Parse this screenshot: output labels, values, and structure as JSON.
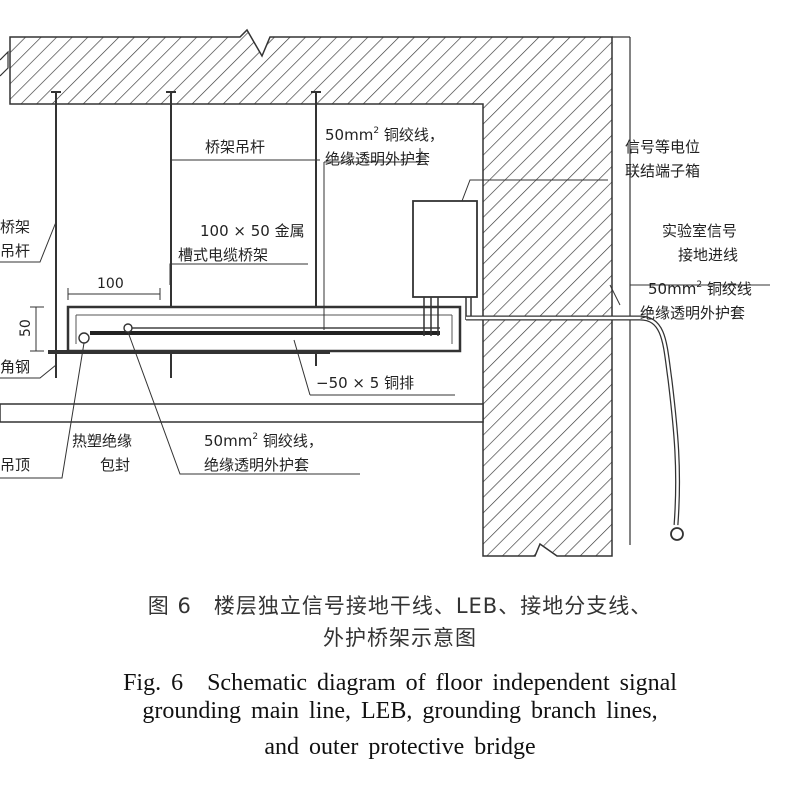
{
  "diagram": {
    "labels": {
      "hanger_rod": "桥架吊杆",
      "hanger_rod_left_1": "桥架",
      "hanger_rod_left_2": "吊杆",
      "copper_top_1a": "50mm",
      "copper_top_1b": "2",
      "copper_top_1c": " 铜绞线，",
      "copper_top_2": "绝缘透明外护套",
      "terminal_box_1": "信号等电位",
      "terminal_box_2": "联结端子箱",
      "tray_1": "100 × 50 金属",
      "tray_2": "槽式电缆桥架",
      "lab_ground_1": "实验室信号",
      "lab_ground_2": "接地进线",
      "copper_right_1a": "50mm",
      "copper_right_1b": "2",
      "copper_right_1c": " 铜绞线",
      "copper_right_2": "绝缘透明外护套",
      "dim_width": "100",
      "dim_height": "50",
      "angle_steel": "角钢",
      "copper_bar": "−50 × 5 铜排",
      "heat_shrink_1": "热塑绝缘",
      "heat_shrink_2": "包封",
      "copper_bottom_1a": "50mm",
      "copper_bottom_1b": "2",
      "copper_bottom_1c": " 铜绞线，",
      "copper_bottom_2": "绝缘透明外护套",
      "ceiling": "吊顶"
    }
  },
  "caption": {
    "cn_line1": "图 6　楼层独立信号接地干线、LEB、接地分支线、",
    "cn_line2": "外护桥架示意图",
    "en_line1": "Fig. 6　Schematic diagram of floor independent signal",
    "en_line2": "grounding main line, LEB, grounding branch lines,",
    "en_line3": "and outer protective bridge"
  }
}
